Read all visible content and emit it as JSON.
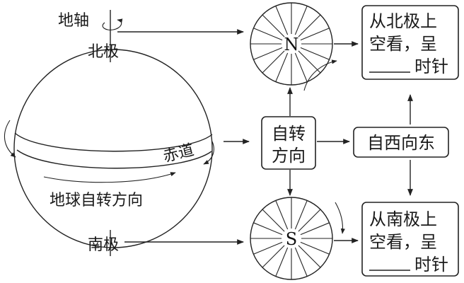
{
  "labels": {
    "axis": "地轴",
    "north_pole": "北极",
    "south_pole": "南极",
    "equator": "赤道",
    "earth_rotation": "地球自转方向",
    "rotation_dir_line1": "自转",
    "rotation_dir_line2": "方向",
    "west_to_east": "自西向东",
    "north_view_line1": "从北极上",
    "north_view_line2": "空看，呈",
    "north_view_line3": "时针",
    "south_view_line1": "从南极上",
    "south_view_line2": "空看，呈",
    "south_view_line3": "时针",
    "north_symbol": "N",
    "south_symbol": "S"
  }
}
